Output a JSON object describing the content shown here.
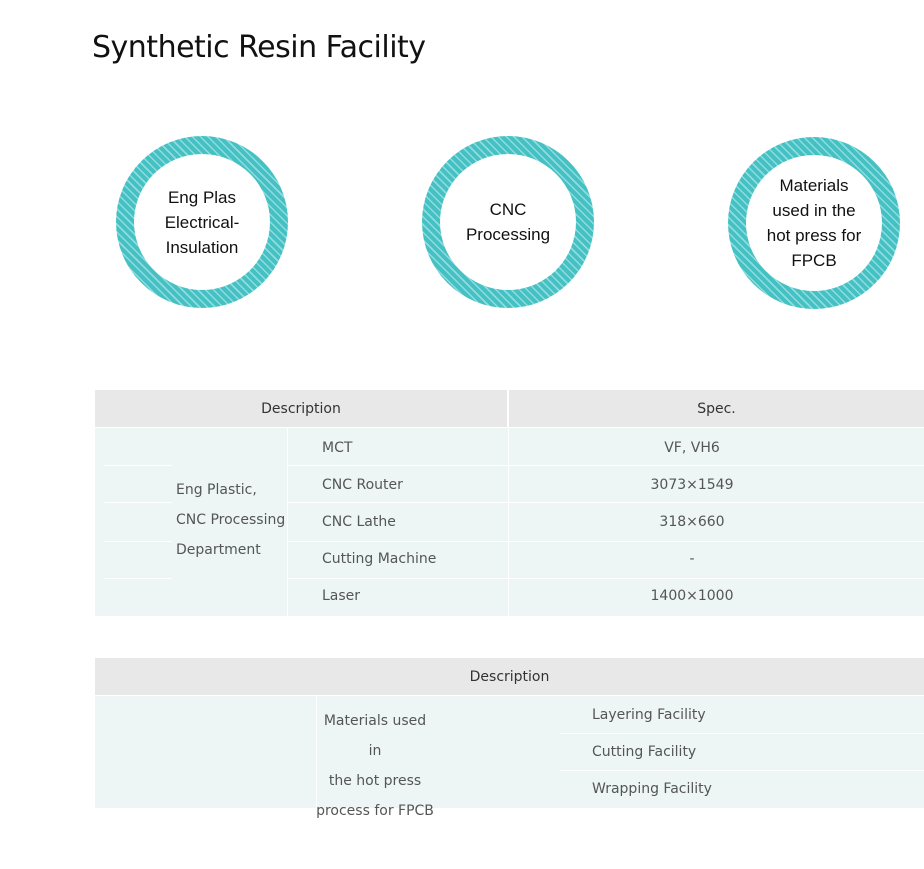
{
  "page_title": "Synthetic Resin Facility",
  "circles": [
    {
      "label": "Eng Plas\nElectrical-\nInsulation"
    },
    {
      "label": "CNC\nProcessing"
    },
    {
      "label": "Materials\nused in the\nhot press for\nFPCB"
    }
  ],
  "table1": {
    "headers": [
      "Description",
      "Spec."
    ],
    "department": "Eng Plastic,\nCNC Processing\nDepartment",
    "rows": [
      {
        "item": "MCT",
        "spec": "VF, VH6"
      },
      {
        "item": "CNC Router",
        "spec": "3073×1549"
      },
      {
        "item": "CNC Lathe",
        "spec": "318×660"
      },
      {
        "item": "Cutting Machine",
        "spec": "-"
      },
      {
        "item": "Laser",
        "spec": "1400×1000"
      }
    ]
  },
  "table2": {
    "header": "Description",
    "group": "Materials used in\nthe hot press\nprocess for FPCB",
    "rows": [
      {
        "item": "Layering Facility"
      },
      {
        "item": "Cutting Facility"
      },
      {
        "item": "Wrapping Facility"
      }
    ]
  }
}
